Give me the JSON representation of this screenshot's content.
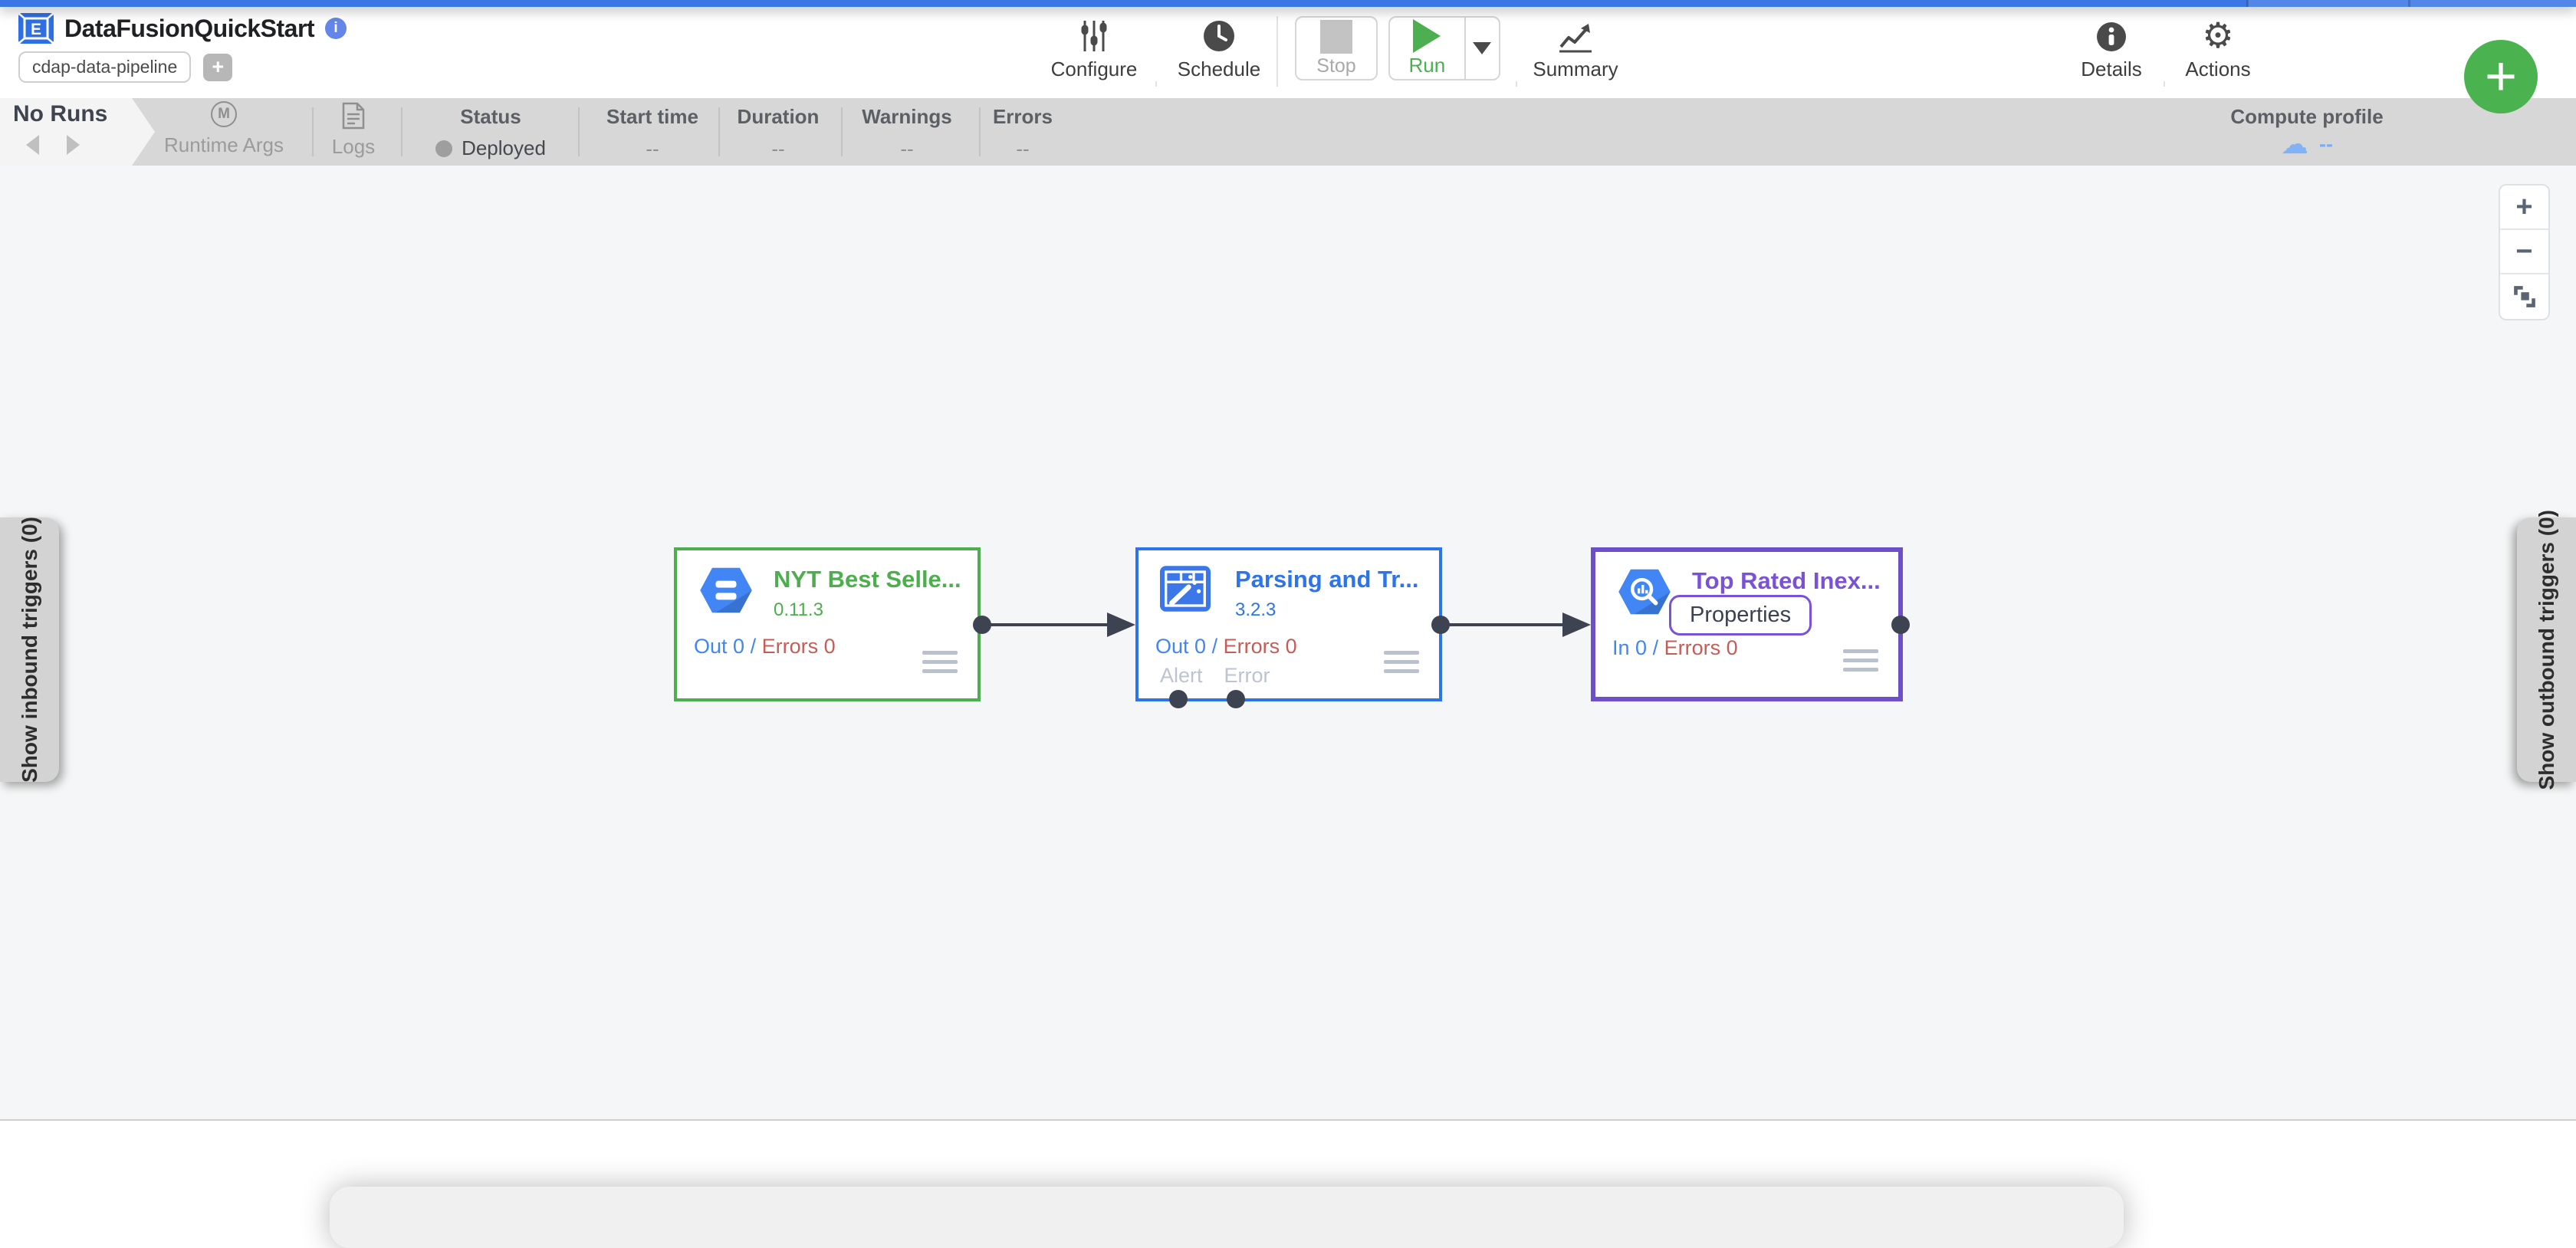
{
  "colors": {
    "topbar-blue": "#3b77e4",
    "accent-green": "#4caf50",
    "fab-green": "#4ab350",
    "info-blue": "#6386e8",
    "node1": "#4cae4c",
    "node2": "#2d74e8",
    "node3": "#6d4fc9",
    "metric-blue": "#4285f4",
    "metric-red": "#c75b56"
  },
  "header": {
    "title": "DataFusionQuickStart",
    "info_icon_glyph": "i",
    "engine_chip": "cdap-data-pipeline",
    "add_chip": "+"
  },
  "toolbar": {
    "configure": "Configure",
    "schedule": "Schedule",
    "stop": "Stop",
    "run": "Run",
    "summary": "Summary",
    "details": "Details",
    "actions": "Actions",
    "fab_plus": "+"
  },
  "run_bar": {
    "no_runs": "No Runs",
    "runtime_args": "Runtime Args",
    "runtime_args_icon": "M",
    "logs": "Logs",
    "status_label": "Status",
    "status_value": "Deployed",
    "start_time_label": "Start time",
    "start_time_value": "--",
    "duration_label": "Duration",
    "duration_value": "--",
    "warnings_label": "Warnings",
    "warnings_value": "--",
    "errors_label": "Errors",
    "errors_value": "--",
    "compute_profile_label": "Compute profile",
    "compute_profile_cloud": "☁",
    "compute_profile_value": "--"
  },
  "canvas": {
    "left_tab": "Show inbound triggers (0)",
    "right_tab": "Show outbound triggers (0)",
    "zoom_in": "+",
    "zoom_out": "−",
    "nodes": [
      {
        "title": "NYT Best Selle...",
        "version": "0.11.3",
        "out_label": "Out 0",
        "sep": "/",
        "errors_label": "Errors 0"
      },
      {
        "title": "Parsing and Tr...",
        "version": "3.2.3",
        "out_label": "Out 0",
        "sep": "/",
        "errors_label": "Errors 0",
        "alert_label": "Alert",
        "error_label": "Error"
      },
      {
        "title": "Top Rated Inex...",
        "properties_label": "Properties",
        "out_label": "In 0",
        "sep": "/",
        "errors_label": "Errors 0"
      }
    ]
  }
}
